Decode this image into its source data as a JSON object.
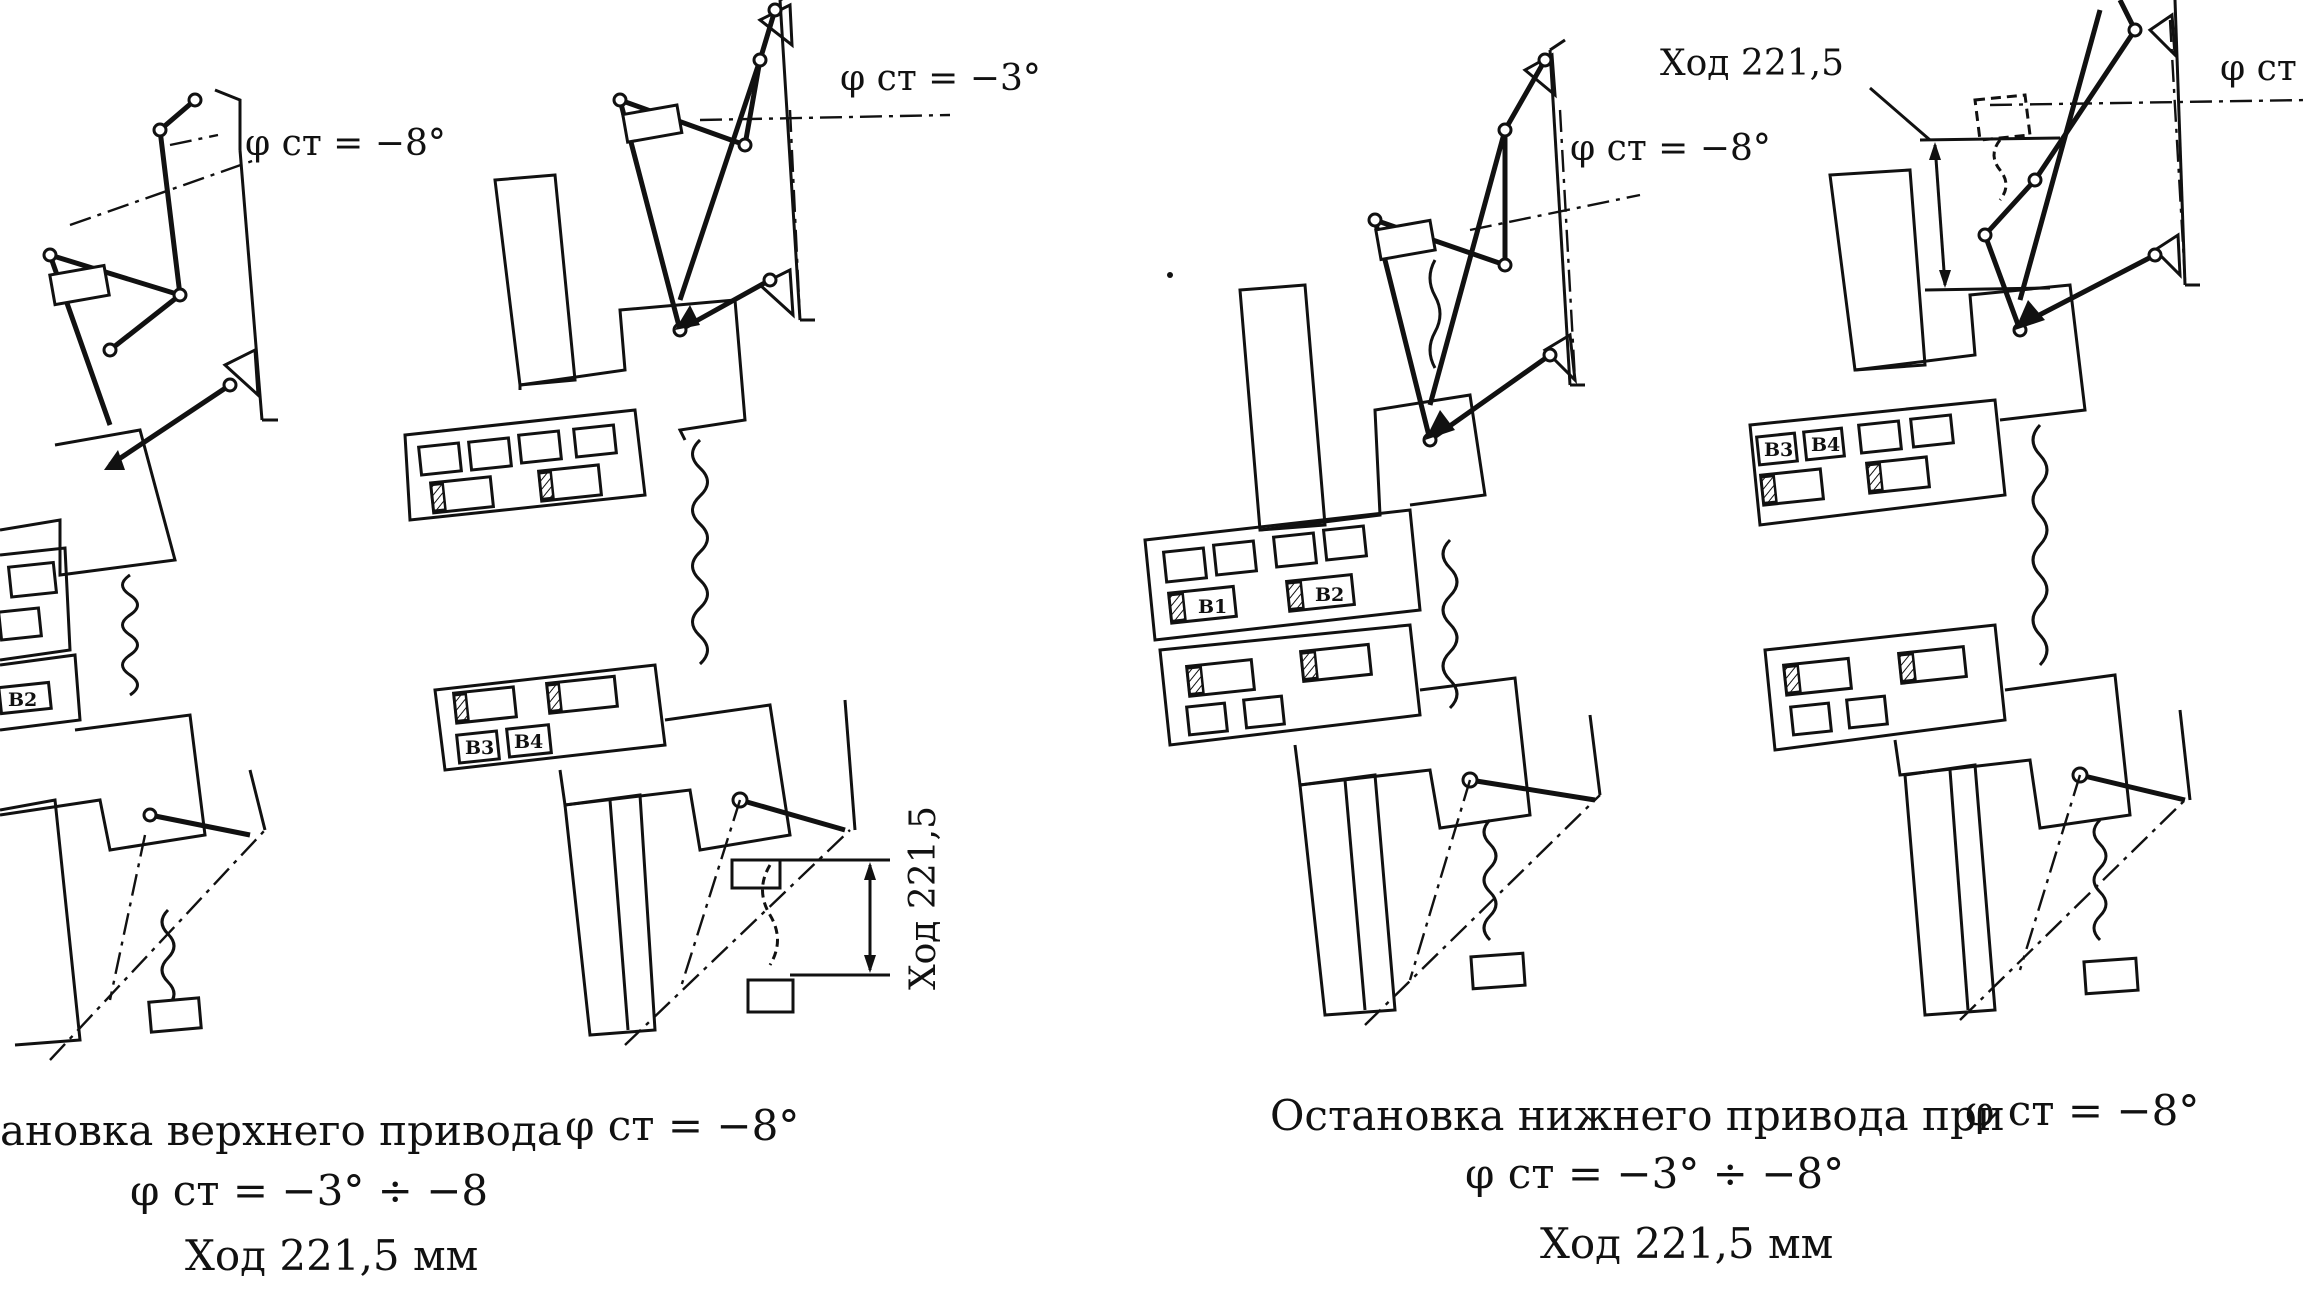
{
  "figure": {
    "caption_left": {
      "line1_text": "ановка верхнего привода",
      "line1_angle": "φ ст = −8°",
      "line2": "φ ст = −3° ÷ −8",
      "line3": "Ход 221,5 мм"
    },
    "caption_right": {
      "line1_text": "Остановка нижнего привода при",
      "line1_angle": "φ ст = −8°",
      "line2": "φ ст = −3° ÷ −8°",
      "line3": "Ход 221,5 мм"
    },
    "angle_labels": {
      "a1": "φ ст = −8°",
      "a2": "φ ст = −3°",
      "a3": "φ ст = −8°",
      "a4": "φ ст"
    },
    "stroke_labels": {
      "vertical": "Ход 221,5",
      "horizontal": "Ход 221,5"
    },
    "block_labels": {
      "b2_left_edge": "В2",
      "b3": "В3",
      "b4": "В4",
      "b1_right": "В1",
      "b2_right": "В2",
      "b3_right": "В3",
      "b4_right": "В4"
    }
  }
}
